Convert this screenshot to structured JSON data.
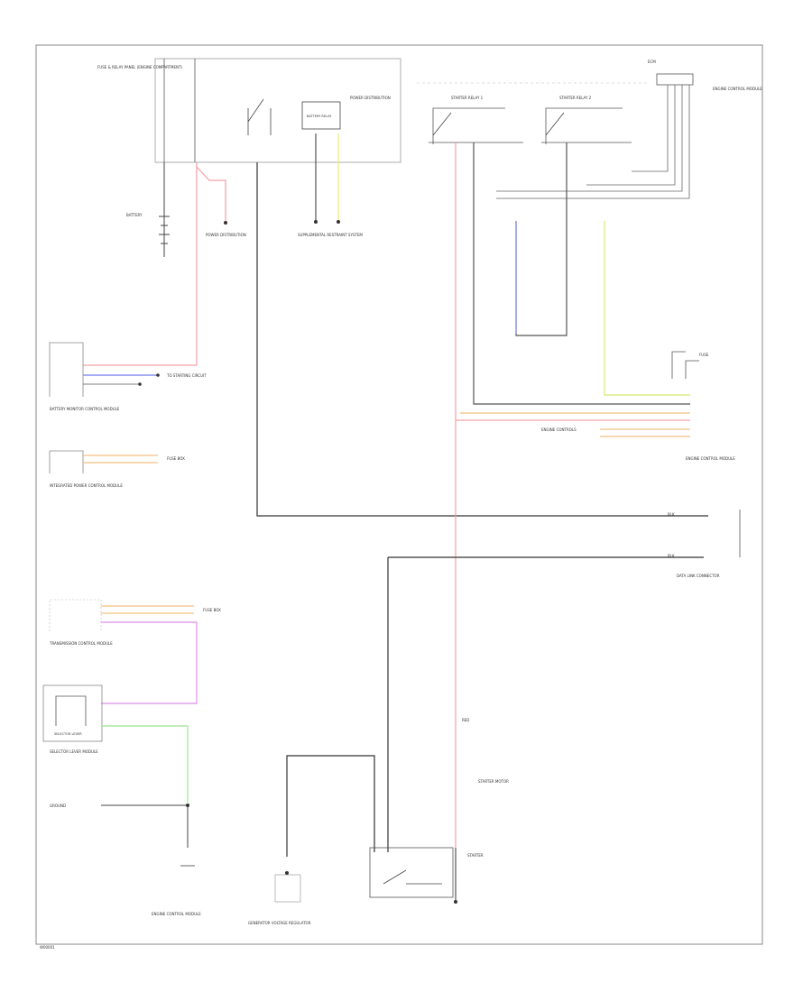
{
  "labels": {
    "top_fuse_box": "FUSE & RELAY PANEL (ENGINE COMPARTMENT)",
    "battery_power_relay": "BATTERY RELAY",
    "starter_relay_1": "STARTER RELAY 1",
    "starter_relay_2": "STARTER RELAY 2",
    "ecm_top": "ECM",
    "ecm_side": "ENGINE CONTROL MODULE",
    "battery": "BATTERY",
    "power_distribution": "POWER DISTRIBUTION",
    "supplemental_restraint": "SUPPLEMENTAL RESTRAINT SYSTEM",
    "battery_monitor": "BATTERY MONITOR CONTROL MODULE",
    "hybrid_control": "INTEGRATED POWER CONTROL MODULE",
    "fuse_label": "FUSE",
    "engine_control_module": "ENGINE CONTROL MODULE",
    "to_engine_controls": "ENGINE CONTROLS",
    "to_starting_circuit": "TO STARTING CIRCUIT",
    "to_fuse_box": "FUSE BOX",
    "data_link_connector": "DATA LINK CONNECTOR",
    "transmission_control": "TRANSMISSION CONTROL MODULE",
    "selector_lever": "SELECTOR LEVER MODULE",
    "selector_lever_inner": "SELECTOR LEVER",
    "starter": "STARTER",
    "starter_motor": "STARTER MOTOR",
    "ground": "GROUND",
    "bottom_label_1": "ENGINE CONTROL MODULE",
    "bottom_label_2": "GENERATOR VOLTAGE REGULATOR",
    "footer_code": "W00001"
  },
  "wire_colors": {
    "red": "#f4a0a8",
    "blue": "#8890ee",
    "yellow": "#e8e870",
    "orange": "#f2c080",
    "violet": "#e0a0e8",
    "green": "#a8e8a0",
    "black": "#333333",
    "gray": "#9a9a9a"
  }
}
